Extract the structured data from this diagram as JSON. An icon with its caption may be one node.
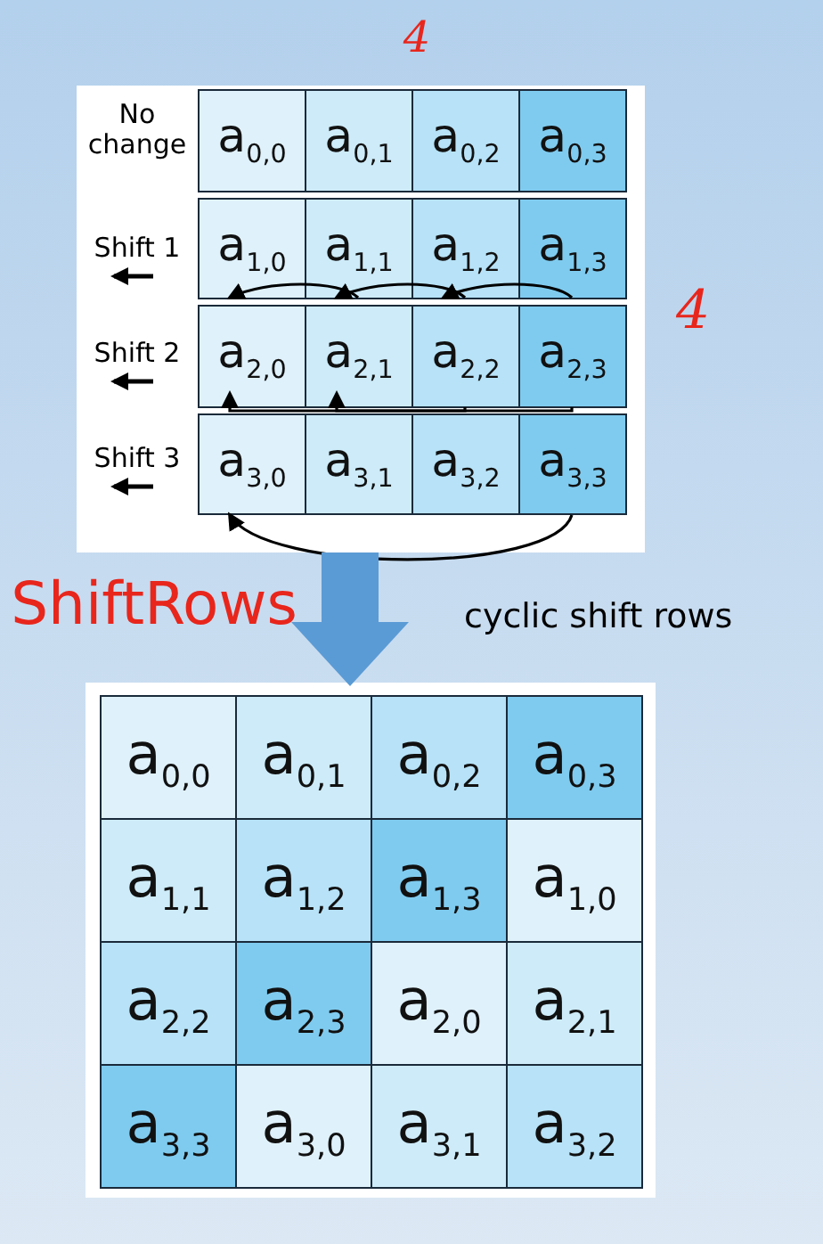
{
  "diagram": {
    "nodes": [
      {
        "text": [],
        "shape": "box"
      },
      {
        "text": [
          "a$_{0,0}$"
        ],
        "in": 0
      },
      {
        "text": [
          "a$_{0,1}$"
        ],
        "in": 0
      },
      {
        "text": [
          "a$_{0,2}$"
        ],
        "in": 0
      },
      {
        "text": [
          "a$_{0,3}$"
        ],
        "in": 0
      },
      {
        "text": [
          "a$_{1,0}$"
        ],
        "in": 0
      },
      {
        "text": [
          "a$_{1,1}$"
        ],
        "in": 0
      },
      {
        "text": [
          "a$_{1,2}$"
        ],
        "in": 0
      },
      {
        "text": [
          "a$_{1,3}$"
        ],
        "in": 0
      },
      {
        "text": [
          "a$_{2,0}$"
        ],
        "in": 0
      },
      {
        "text": [
          "a$_{2,1}$"
        ],
        "in": 0
      },
      {
        "text": [
          "a$_{2,2}$"
        ],
        "in": 0
      },
      {
        "text": [
          "a$_{2,3}$"
        ],
        "in": 0
      },
      {
        "text": [
          "a$_{3,0}$"
        ],
        "in": 0
      },
      {
        "text": [
          "a$_{3,1}$"
        ],
        "in": 0
      },
      {
        "text": [
          "a$_{3,2}$"
        ],
        "in": 0
      },
      {
        "text": [
          "a$_{3,3}$"
        ],
        "in": 0
      },
      {
        "text": [],
        "shape": "box"
      },
      {
        "text": [
          "a$_{0,0}$"
        ],
        "in": 17
      },
      {
        "text": [
          "a$_{0,1}$"
        ],
        "in": 17
      },
      {
        "text": [
          "a$_{0,2}$"
        ],
        "in": 17
      },
      {
        "text": [
          "a$_{0,3}$"
        ],
        "in": 17
      },
      {
        "text": [
          "a$_{1,1}$"
        ],
        "in": 17
      },
      {
        "text": [
          "a$_{1,2}$"
        ],
        "in": 17
      },
      {
        "text": [
          "a$_{1,3}$"
        ],
        "in": 17
      },
      {
        "text": [
          "a$_{1,0}$"
        ],
        "in": 17
      },
      {
        "text": [
          "a$_{2,2}$"
        ],
        "in": 17
      },
      {
        "text": [
          "a$_{2,3}$"
        ],
        "in": 17
      },
      {
        "text": [
          "a$_{2,0}$"
        ],
        "in": 17
      },
      {
        "text": [
          "a$_{2,1}$"
        ],
        "in": 17
      },
      {
        "text": [
          "a$_{3,3}$"
        ],
        "in": 17
      },
      {
        "text": [
          "a$_{3,0}$"
        ],
        "in": 17
      },
      {
        "text": [
          "a$_{3,1}$"
        ],
        "in": 17
      },
      {
        "text": [
          "a$_{3,2}$"
        ],
        "in": 17
      }
    ],
    "edges": [
      {
        "from": 6,
        "to": 5,
        "arrow": "to"
      },
      {
        "from": 7,
        "to": 6,
        "arrow": "to"
      },
      {
        "from": 8,
        "to": 7,
        "arrow": "to"
      },
      {
        "from": 11,
        "to": 9,
        "arrow": "to"
      },
      {
        "from": 12,
        "to": 10,
        "arrow": "to"
      },
      {
        "from": 16,
        "to": 13,
        "arrow": "to"
      },
      {
        "from": 0,
        "to": 17,
        "arrow": "to",
        "label": "cyclic shift rows",
        "style": "thick",
        "color": "#5b9bd5"
      }
    ],
    "labels": [
      "4",
      "No change",
      "Shift 1",
      "4",
      "Shift 2",
      "Shift 3",
      "ShiftRows"
    ]
  }
}
